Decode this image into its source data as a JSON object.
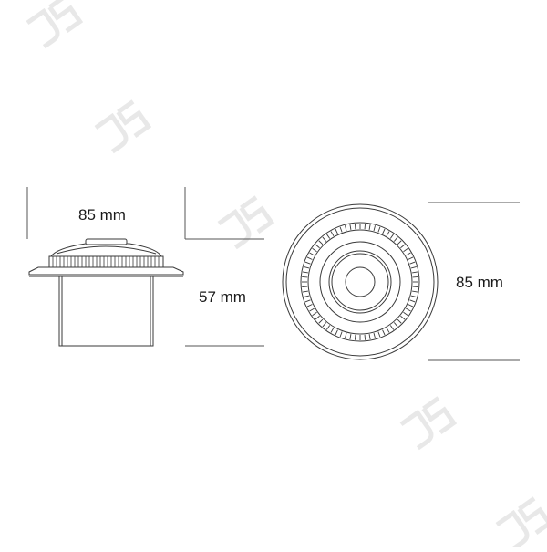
{
  "dimensions": {
    "side_width": "85 mm",
    "side_height": "57 mm",
    "top_diameter": "85 mm"
  },
  "colors": {
    "line": "#3a3a3a",
    "dim_line": "#555555",
    "watermark": "#d9d9d9",
    "text": "#1a1a1a"
  }
}
